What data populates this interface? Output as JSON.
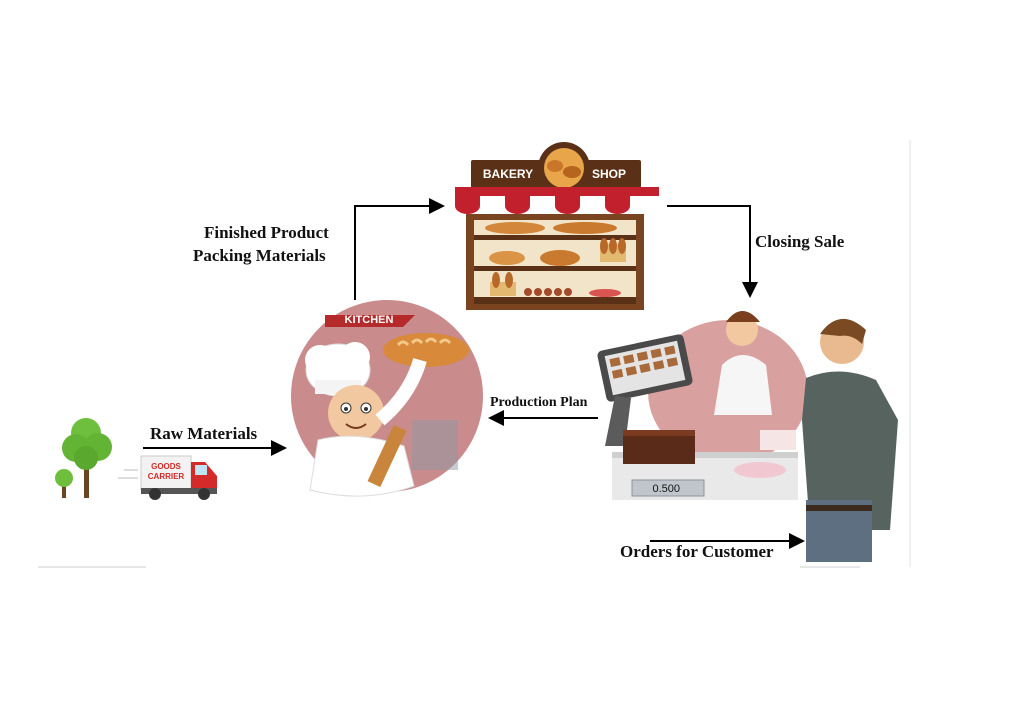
{
  "labels": {
    "finished_product": "Finished Product",
    "packing_materials": "Packing Materials",
    "closing_sale": "Closing Sale",
    "raw_materials": "Raw Materials",
    "production_plan": "Production Plan",
    "orders_for_customer": "Orders for Customer"
  },
  "signs": {
    "bakery": "BAKERY",
    "shop": "SHOP",
    "kitchen": "KITCHEN",
    "goods": "GOODS",
    "carrier": "CARRIER",
    "scale_reading": "0.500"
  },
  "icons": {
    "shop": "bakery-shop-icon",
    "kitchen": "chef-kitchen-icon",
    "counter": "sales-counter-icon",
    "trees": "trees-icon",
    "truck": "delivery-truck-icon"
  },
  "colors": {
    "awning_red": "#c3202d",
    "shelf_brown": "#5a3116",
    "kitchen_bg": "#c98b8b",
    "arrow": "#000000"
  }
}
